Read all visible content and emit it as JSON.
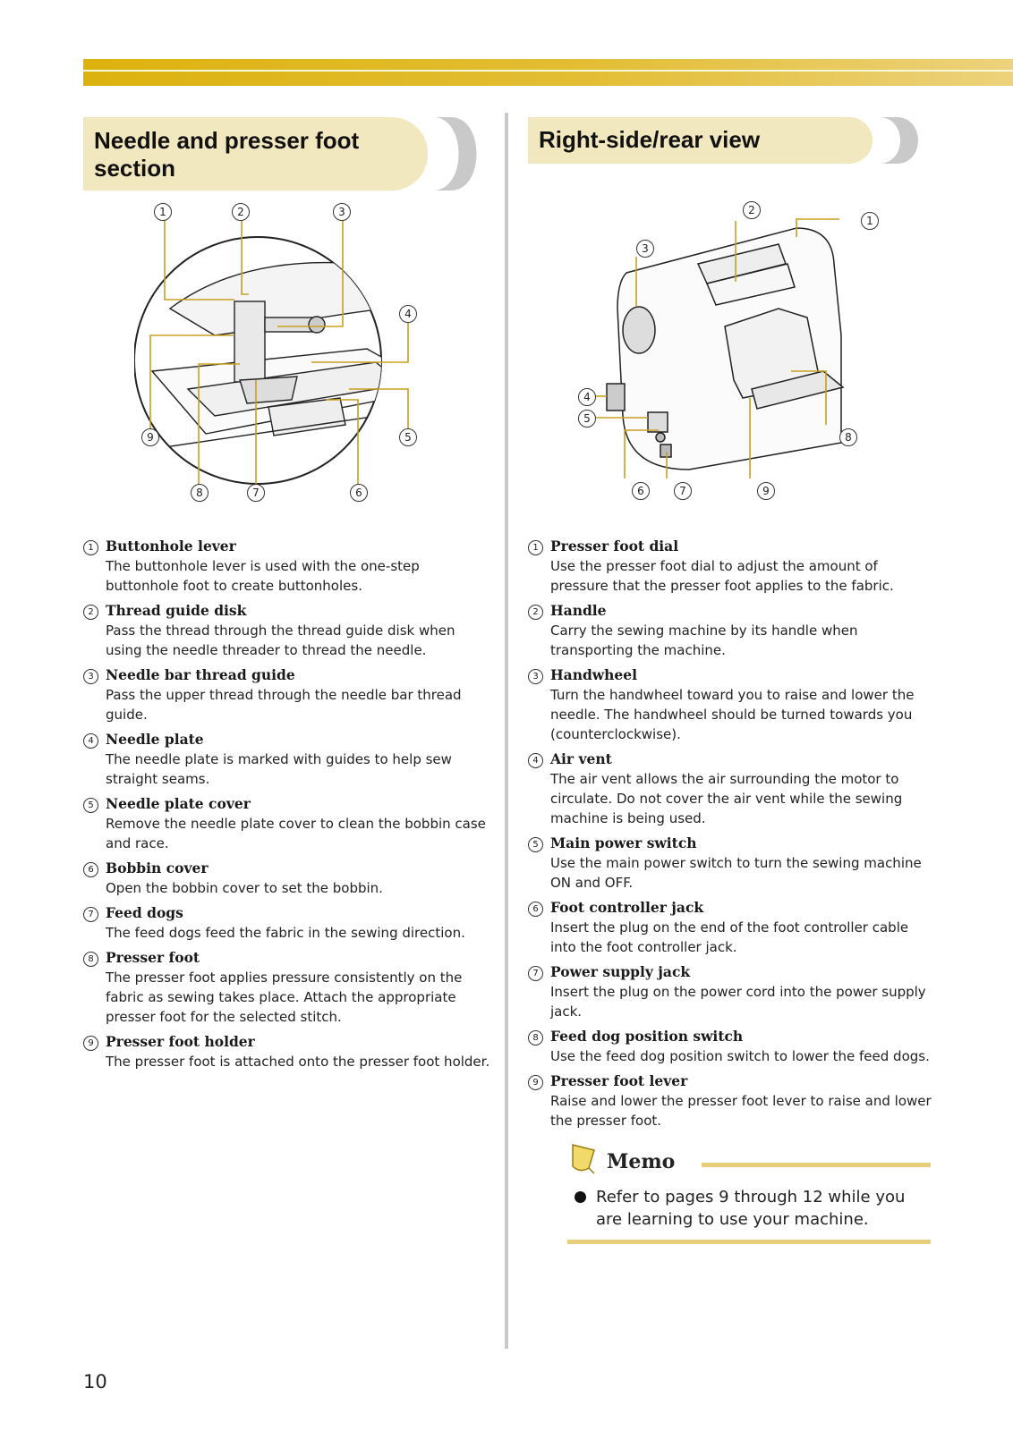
{
  "page_number": "10",
  "left": {
    "title": "Needle and presser foot section",
    "items": [
      {
        "n": "1",
        "title": "Buttonhole lever",
        "desc": "The buttonhole lever is used with the one-step buttonhole foot to create buttonholes."
      },
      {
        "n": "2",
        "title": "Thread guide disk",
        "desc": "Pass the thread through the thread guide disk when using the needle threader to thread the needle."
      },
      {
        "n": "3",
        "title": "Needle bar thread guide",
        "desc": "Pass the upper thread through the needle bar thread guide."
      },
      {
        "n": "4",
        "title": "Needle plate",
        "desc": "The needle plate is marked with guides to help sew straight seams."
      },
      {
        "n": "5",
        "title": "Needle plate cover",
        "desc": "Remove the needle plate cover to clean the bobbin case and race."
      },
      {
        "n": "6",
        "title": "Bobbin cover",
        "desc": "Open the bobbin cover to set the bobbin."
      },
      {
        "n": "7",
        "title": "Feed dogs",
        "desc": "The feed dogs feed the fabric in the sewing direction."
      },
      {
        "n": "8",
        "title": "Presser foot",
        "desc": "The presser foot applies pressure consistently on the fabric as sewing takes place. Attach the appropriate presser foot for the selected stitch."
      },
      {
        "n": "9",
        "title": "Presser foot holder",
        "desc": "The presser foot is attached onto the presser foot holder."
      }
    ]
  },
  "right": {
    "title": "Right-side/rear view",
    "items": [
      {
        "n": "1",
        "title": "Presser foot dial",
        "desc": "Use the presser foot dial to adjust the amount of pressure that the presser foot applies to the fabric."
      },
      {
        "n": "2",
        "title": "Handle",
        "desc": "Carry the sewing machine by its handle when transporting the machine."
      },
      {
        "n": "3",
        "title": "Handwheel",
        "desc": "Turn the handwheel toward you to raise and lower the needle. The handwheel should be turned towards you (counterclockwise)."
      },
      {
        "n": "4",
        "title": "Air vent",
        "desc": "The air vent allows the air surrounding the motor to circulate. Do not cover the air vent while the sewing machine is being used."
      },
      {
        "n": "5",
        "title": "Main power switch",
        "desc": "Use the main power switch to turn the sewing machine ON and OFF."
      },
      {
        "n": "6",
        "title": "Foot controller jack",
        "desc": "Insert the plug on the end of the foot controller cable into the foot controller jack."
      },
      {
        "n": "7",
        "title": "Power supply jack",
        "desc": "Insert the plug on the power cord into the power supply jack."
      },
      {
        "n": "8",
        "title": "Feed dog position switch",
        "desc": "Use the feed dog position switch to lower the feed dogs."
      },
      {
        "n": "9",
        "title": "Presser foot lever",
        "desc": "Raise and lower the presser foot lever to raise and lower the presser foot."
      }
    ]
  },
  "memo": {
    "title": "Memo",
    "text": "Refer to pages 9 through 12 while you are learning to use your machine."
  },
  "diagram_labels": {
    "left": [
      "1",
      "2",
      "3",
      "4",
      "5",
      "6",
      "7",
      "8",
      "9"
    ],
    "right": [
      "1",
      "2",
      "3",
      "4",
      "5",
      "6",
      "7",
      "8",
      "9"
    ]
  }
}
